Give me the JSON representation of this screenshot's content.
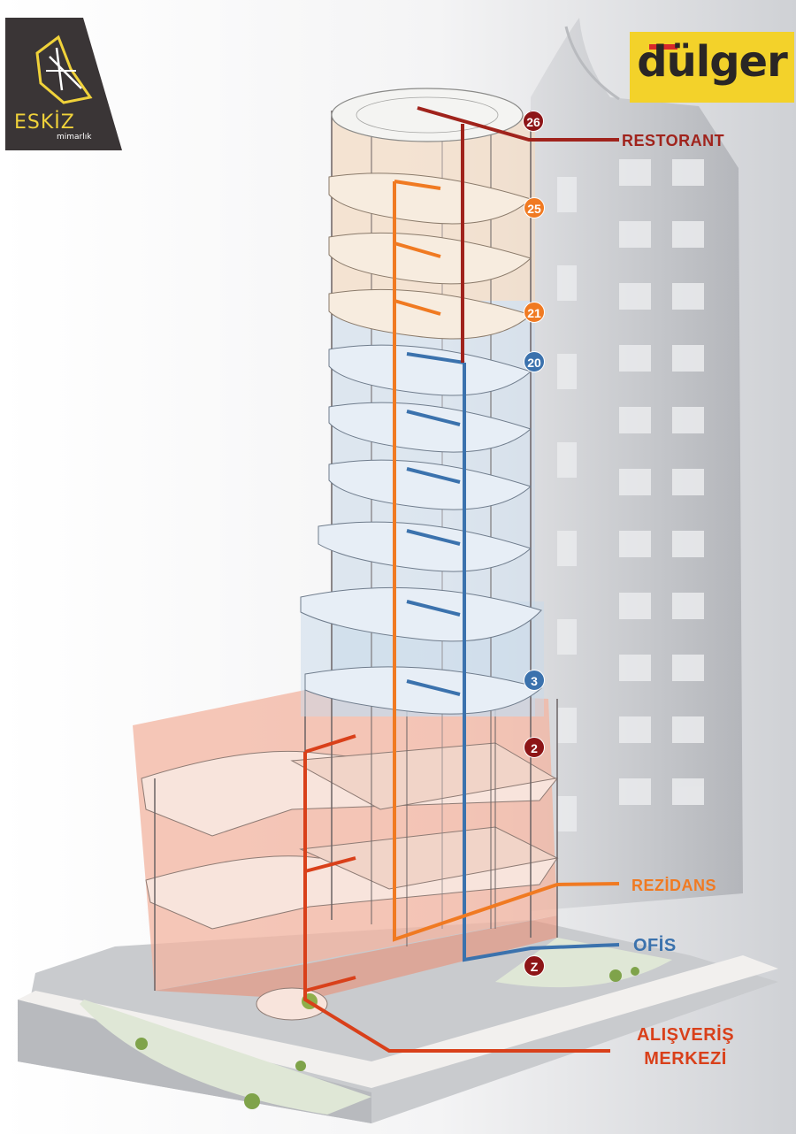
{
  "logo": {
    "name": "ESKİZ",
    "sub": "mimarlık"
  },
  "brand": {
    "name": "dülger"
  },
  "labels": {
    "restorant": "RESTORANT",
    "rezidans": "REZİDANS",
    "ofis": "OFİS",
    "alisveris_line1": "ALIŞVERİŞ",
    "alisveris_line2": "MERKEZİ"
  },
  "floors": {
    "f26": "26",
    "f25": "25",
    "f21": "21",
    "f20": "20",
    "f3": "3",
    "f2": "2",
    "fz": "Z"
  },
  "colors": {
    "restorant": "#8d1517",
    "rezidans": "#f07a22",
    "ofis": "#3b72ad",
    "alisveris": "#d9401a",
    "brand_bg": "#f3d22a"
  }
}
